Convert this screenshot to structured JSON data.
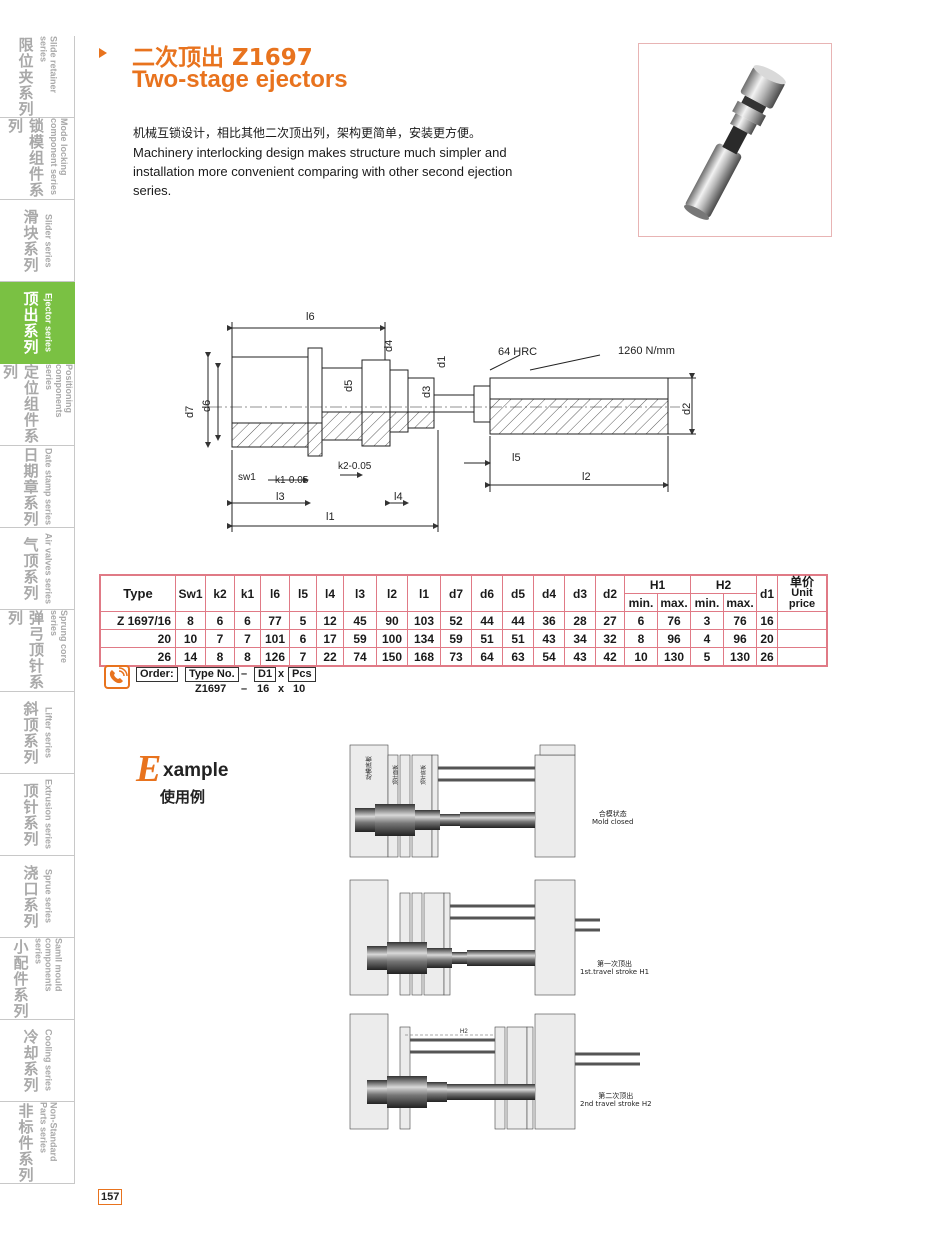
{
  "sidebar": {
    "items": [
      {
        "cn": "限位夹系列",
        "en": "Slide retainer series",
        "active": false
      },
      {
        "cn": "锁模组件系列",
        "en": "Mode locking component series",
        "active": false
      },
      {
        "cn": "滑块系列",
        "en": "Slider series",
        "active": false
      },
      {
        "cn": "顶出系列",
        "en": "Ejector series",
        "active": true
      },
      {
        "cn": "定位组件系列",
        "en": "Positioning components series",
        "active": false
      },
      {
        "cn": "日期章系列",
        "en": "Date stamp series",
        "active": false
      },
      {
        "cn": "气顶系列",
        "en": "Air valves series",
        "active": false
      },
      {
        "cn": "弹弓顶针系列",
        "en": "Sprung core series",
        "active": false
      },
      {
        "cn": "斜顶系列",
        "en": "Lifter series",
        "active": false
      },
      {
        "cn": "顶针系列",
        "en": "Extrusion series",
        "active": false
      },
      {
        "cn": "浇口系列",
        "en": "Sprue series",
        "active": false
      },
      {
        "cn": "小配件系列",
        "en": "Samll mould components series",
        "active": false
      },
      {
        "cn": "冷却系列",
        "en": "Cooling series",
        "active": false
      },
      {
        "cn": "非标件系列",
        "en": "Non-Standard Parts series",
        "active": false
      }
    ]
  },
  "header": {
    "title_cn": "二次顶出 Z1697",
    "title_en": "Two-stage ejectors",
    "desc_cn": "机械互锁设计，相比其他二次顶出列，架构更简单，安装更方便。",
    "desc_en": "Machinery interlocking design makes structure much simpler and installation more convenient comparing with other second ejection series."
  },
  "drawing": {
    "labels": {
      "l6": "l6",
      "d4": "d4",
      "d1": "d1",
      "hrc": "64 HRC",
      "strength": "1260 N/mm",
      "d7": "d7",
      "d6": "d6",
      "d5": "d5",
      "d3": "d3",
      "d2": "d2",
      "sw1": "sw1",
      "k1": "k1-0.05",
      "k2": "k2-0.05",
      "l5": "l5",
      "l2": "l2",
      "l3": "l3",
      "l4": "l4",
      "l1": "l1"
    }
  },
  "table": {
    "headers": [
      "Type",
      "Sw1",
      "k2",
      "k1",
      "l6",
      "l5",
      "l4",
      "l3",
      "l2",
      "l1",
      "d7",
      "d6",
      "d5",
      "d4",
      "d3",
      "d2"
    ],
    "h1": "H1",
    "h2": "H2",
    "min": "min.",
    "max": "max.",
    "d1": "d1",
    "price_cn": "单价",
    "price_en": "Unit price",
    "rows": [
      [
        "Z 1697/16",
        "8",
        "6",
        "6",
        "77",
        "5",
        "12",
        "45",
        "90",
        "103",
        "52",
        "44",
        "44",
        "36",
        "28",
        "27",
        "6",
        "76",
        "3",
        "76",
        "16",
        ""
      ],
      [
        "20",
        "10",
        "7",
        "7",
        "101",
        "6",
        "17",
        "59",
        "100",
        "134",
        "59",
        "51",
        "51",
        "43",
        "34",
        "32",
        "8",
        "96",
        "4",
        "96",
        "20",
        ""
      ],
      [
        "26",
        "14",
        "8",
        "8",
        "126",
        "7",
        "22",
        "74",
        "150",
        "168",
        "73",
        "64",
        "63",
        "54",
        "43",
        "42",
        "10",
        "130",
        "5",
        "130",
        "26",
        ""
      ]
    ]
  },
  "order": {
    "label": "Order:",
    "type_no": "Type No.",
    "dash": "–",
    "d1": "D1",
    "x": "x",
    "pcs": "Pcs",
    "example_type": "Z1697",
    "example_d1": "16",
    "example_pcs": "10"
  },
  "example": {
    "big_letter": "E",
    "rest": "xample",
    "cn": "使用例",
    "fig1_labels": [
      "动模底板",
      "顶针面板",
      "顶针底板"
    ],
    "fig1_caption_cn": "合模状态",
    "fig1_caption_en": "Mold closed",
    "fig2_caption_cn": "第一次顶出",
    "fig2_caption_en": "1st.travel stroke H1",
    "fig3_caption_cn": "第二次顶出",
    "fig3_caption_en": "2nd travel stroke H2",
    "fig3_h2": "H2"
  },
  "page": {
    "number": "157"
  }
}
